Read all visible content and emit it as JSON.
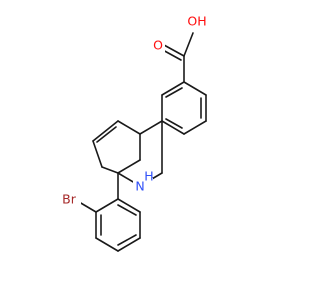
{
  "molecule": {
    "atoms": {
      "oxygen_carbonyl": {
        "label": "O",
        "color": "#ff0d0d"
      },
      "oxygen_hydroxyl": {
        "label": "OH",
        "color": "#ff0d0d"
      },
      "nitrogen": {
        "label": "N",
        "color": "#3050f8"
      },
      "nitrogen_hydrogen": {
        "label": "H",
        "color": "#3050f8"
      },
      "bromine": {
        "label": "Br",
        "color": "#a62929"
      }
    },
    "bond_color": "#1a1a1a"
  }
}
